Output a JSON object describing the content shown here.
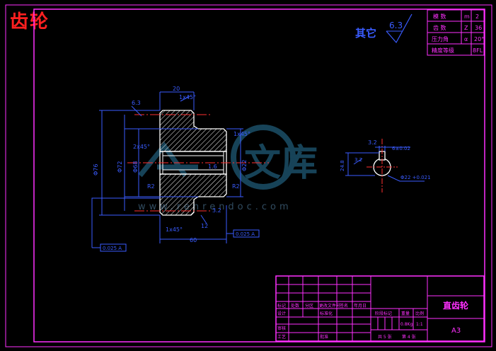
{
  "drawing_title": "齿轮",
  "rough_other": "其它",
  "rough_value": "6.3",
  "param_table": {
    "rows": [
      {
        "label": "模 数",
        "sym": "m",
        "val": "2"
      },
      {
        "label": "齿 数",
        "sym": "Z",
        "val": "36"
      },
      {
        "label": "压力角",
        "sym": "α",
        "val": "20°"
      },
      {
        "label": "精度等级",
        "sym": "",
        "val": "8FL"
      }
    ]
  },
  "dims": {
    "top_width": "20",
    "chamfer1": "1x45°",
    "chamfer2": "1x45°",
    "chamfer3": "2x45°",
    "chamfer4": "1x45°",
    "r12_a": "R2",
    "r12_b": "R2",
    "r12_c": "12",
    "dia_outer": "Φ76",
    "dia_pitch": "Φ72",
    "dia_root": "Φ68",
    "bottom_width": "60",
    "hole_dia": "Φ22",
    "rough_a": "6.3",
    "rough_b": "1.6",
    "rough_c": "3.2",
    "key_width": "6±0.02",
    "key_depth": "24.8",
    "bore_tol": "Φ22 +0.021",
    "tol_box1": "0.025 A",
    "tol_box2": "0.025 A"
  },
  "watermark": {
    "site": "www.renrendoc.com",
    "text": "文库"
  },
  "title_block": {
    "part_name": "直齿轮",
    "scale_label": "比例",
    "weight_label": "重量",
    "mark_label": "阶段标记",
    "weight": "0.8Kg",
    "scale": "1:1",
    "sheet_total": "共 5 张",
    "sheet_no": "第 4 张",
    "size": "A3",
    "rows": [
      "标记",
      "处数",
      "分区",
      "更改文件号",
      "签名",
      "年月日"
    ],
    "rows2": [
      "设计",
      "标准化",
      "审核",
      "工艺",
      "批准"
    ]
  }
}
